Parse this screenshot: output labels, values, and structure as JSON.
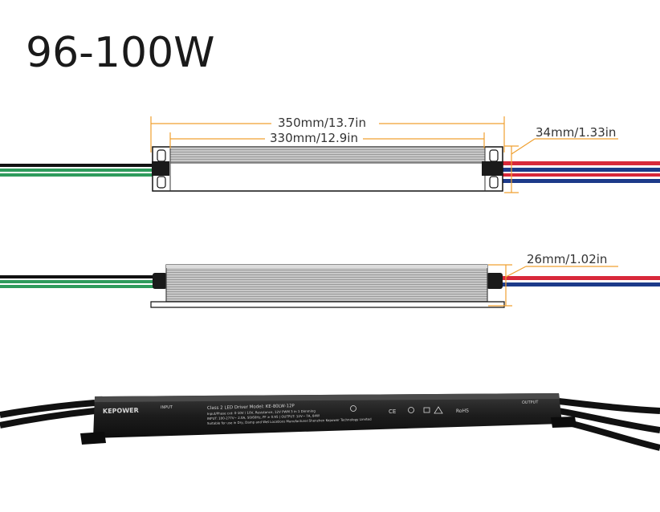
{
  "title": "96-100W",
  "dimensions": {
    "total_length": "350mm/13.7in",
    "body_length": "330mm/12.9in",
    "width": "34mm/1.33in",
    "height": "26mm/1.02in"
  },
  "product_label": {
    "brand": "KEPOWER",
    "input_header": "INPUT",
    "output_header": "OUTPUT",
    "line1": "Class 2 LED Driver  Model: KE-80LW-12P",
    "line2": "Input/Phase cut: 0-10V / 10V, Resistance, 12V PWM 3 in 1 Dimming",
    "line3": "INPUT: 100-277V~ 2.0A, 50/60Hz, PF ≥ 0.95 | OUTPUT: 12V⎓ 7A, 84W",
    "line4": "Suitable for use in Dry, Damp and Wet Locations  Manufacturer:Shenzhen Kepower Technology Limited",
    "cert": "RoHS"
  },
  "colors": {
    "dimension_line": "#f0a030",
    "wire_green": "#2e9b5c",
    "wire_red": "#d8283a",
    "wire_blue": "#1c3a8a",
    "wire_black": "#111111"
  }
}
